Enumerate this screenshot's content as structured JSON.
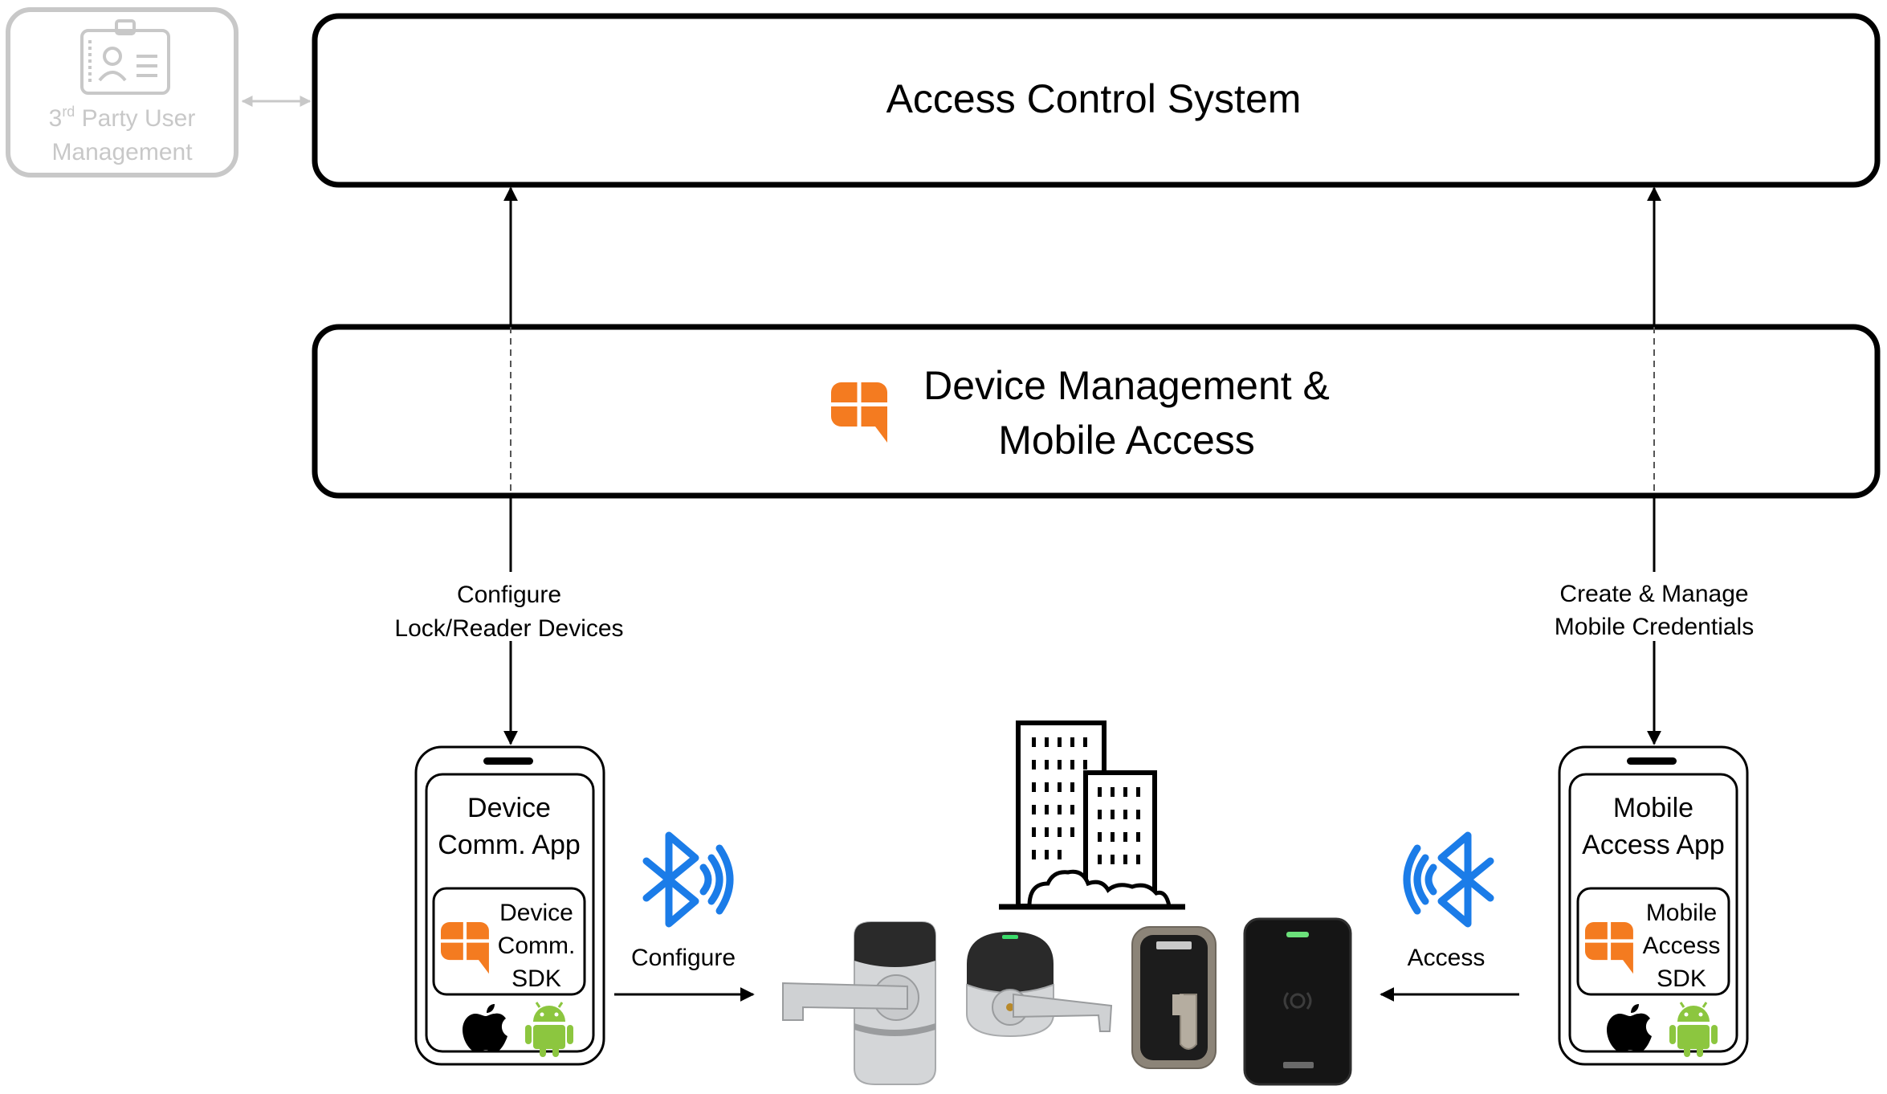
{
  "third_party": {
    "line1_prefix": "3",
    "line1_sup": "rd",
    "line1_rest": " Party User",
    "line2": "Management"
  },
  "access_control": {
    "title": "Access Control System"
  },
  "device_mgmt": {
    "line1": "Device Management &",
    "line2": "Mobile Access"
  },
  "labels": {
    "configure_devices_1": "Configure",
    "configure_devices_2": "Lock/Reader Devices",
    "manage_creds_1": "Create & Manage",
    "manage_creds_2": "Mobile Credentials",
    "configure": "Configure",
    "access": "Access"
  },
  "left_phone": {
    "app_line1": "Device",
    "app_line2": "Comm. App",
    "sdk_line1": "Device",
    "sdk_line2": "Comm.",
    "sdk_line3": "SDK"
  },
  "right_phone": {
    "app_line1": "Mobile",
    "app_line2": "Access App",
    "sdk_line1": "Mobile",
    "sdk_line2": "Access",
    "sdk_line3": "SDK"
  },
  "colors": {
    "brand_orange": "#F47B20",
    "bluetooth_blue": "#1B7CE8",
    "android_green": "#8CC63F",
    "muted_gray": "#C8C8C8"
  },
  "icons": [
    "id-badge-icon",
    "brand-logo-icon",
    "bluetooth-icon",
    "apple-icon",
    "android-icon",
    "building-icon",
    "lever-lock-icon",
    "deadbolt-icon",
    "card-reader-icon"
  ]
}
